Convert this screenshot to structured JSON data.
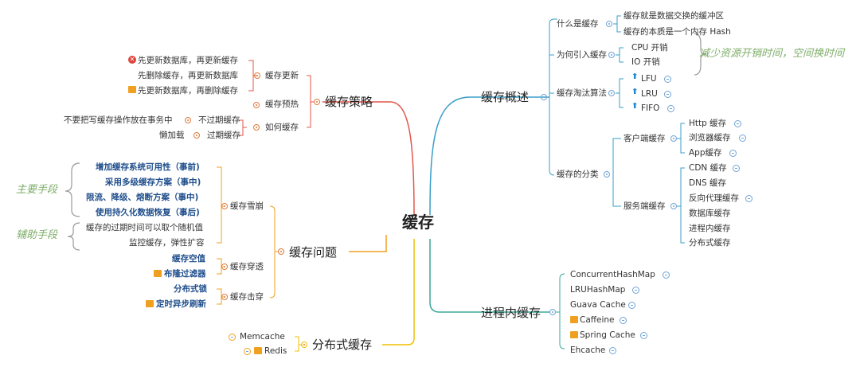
{
  "center": "缓存",
  "branches": {
    "overview": {
      "label": "缓存概述",
      "what": {
        "label": "什么是缓存",
        "items": [
          "缓存就是数据交换的缓冲区",
          "缓存的本质是一个内存 Hash"
        ]
      },
      "why": {
        "label": "为何引入缓存",
        "items": [
          "CPU 开销",
          "IO 开销"
        ],
        "note": "减少资源开销时间，空间换时间"
      },
      "evict": {
        "label": "缓存淘汰算法",
        "items": [
          "LFU",
          "LRU",
          "FIFO"
        ]
      },
      "classify": {
        "label": "缓存的分类",
        "client": {
          "label": "客户端缓存",
          "items": [
            "Http 缓存",
            "浏览器缓存",
            "App缓存"
          ]
        },
        "server": {
          "label": "服务端缓存",
          "items": [
            "CDN 缓存",
            "DNS 缓存",
            "反向代理缓存",
            "数据库缓存",
            "进程内缓存",
            "分布式缓存"
          ]
        }
      }
    },
    "inprocess": {
      "label": "进程内缓存",
      "items": [
        "ConcurrentHashMap",
        "LRUHashMap",
        "Guava Cache",
        "Caffeine",
        "Spring Cache",
        "Ehcache"
      ]
    },
    "strategy": {
      "label": "缓存策略",
      "update": {
        "label": "缓存更新",
        "items": [
          "先更新数据库，再更新缓存",
          "先删除缓存，再更新数据库",
          "先更新数据库，再删除缓存"
        ]
      },
      "preheat": {
        "label": "缓存预热"
      },
      "howto": {
        "label": "如何缓存",
        "noexpire": {
          "label": "不过期缓存",
          "item": "不要把写缓存操作放在事务中"
        },
        "expire": {
          "label": "过期缓存",
          "item": "懒加载"
        }
      }
    },
    "problems": {
      "label": "缓存问题",
      "avalanche": {
        "label": "缓存雪崩",
        "items": [
          "增加缓存系统可用性（事前)",
          "采用多级缓存方案（事中)",
          "限流、降级、熔断方案（事中)",
          "使用持久化数据恢复（事后)",
          "缓存的过期时间可以取个随机值",
          "监控缓存，弹性扩容"
        ],
        "note_main": "主要手段",
        "note_aux": "辅助手段"
      },
      "penetration": {
        "label": "缓存穿透",
        "items": [
          "缓存空值",
          "布隆过滤器"
        ]
      },
      "breakdown": {
        "label": "缓存击穿",
        "items": [
          "分布式锁",
          "定时异步刷新"
        ]
      }
    },
    "distributed": {
      "label": "分布式缓存",
      "items": [
        "Memcache",
        "Redis"
      ]
    }
  },
  "colors": {
    "overview": "#3a9fc7",
    "strategy": "#e2574c",
    "problems": "#f0a020",
    "distributed": "#f0c000",
    "inprocess": "#3aa898"
  }
}
